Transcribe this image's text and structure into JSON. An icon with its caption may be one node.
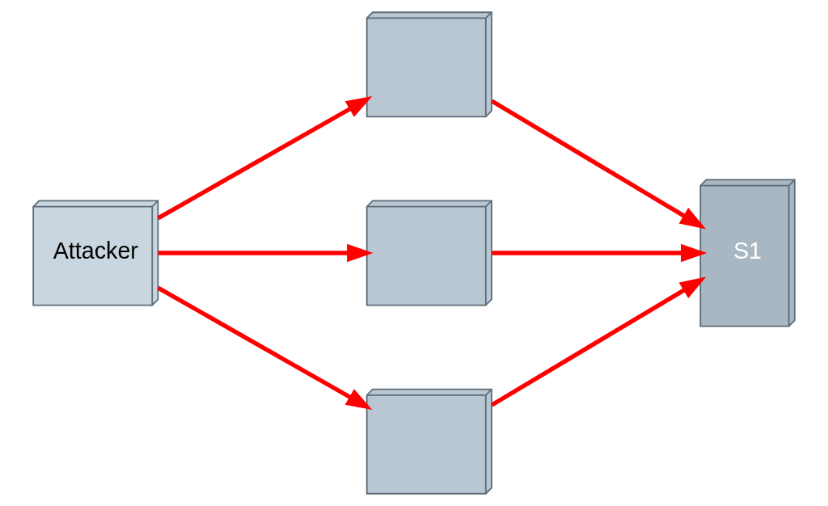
{
  "diagram": {
    "nodes": [
      {
        "text": [
          "Attacker"
        ]
      },
      {
        "text": [],
        "shape": "picture"
      },
      {
        "text": [],
        "shape": "picture"
      },
      {
        "text": [],
        "shape": "picture"
      },
      {
        "text": [
          "S1"
        ]
      }
    ],
    "edges": [
      {
        "from": 0,
        "to": 1,
        "arrow": "to"
      },
      {
        "from": 0,
        "to": 2,
        "arrow": "to"
      },
      {
        "from": 0,
        "to": 3,
        "arrow": "to"
      },
      {
        "from": 1,
        "to": 4,
        "arrow": "to"
      },
      {
        "from": 2,
        "to": 4,
        "arrow": "to"
      },
      {
        "from": 3,
        "to": 4,
        "arrow": "to"
      }
    ]
  }
}
